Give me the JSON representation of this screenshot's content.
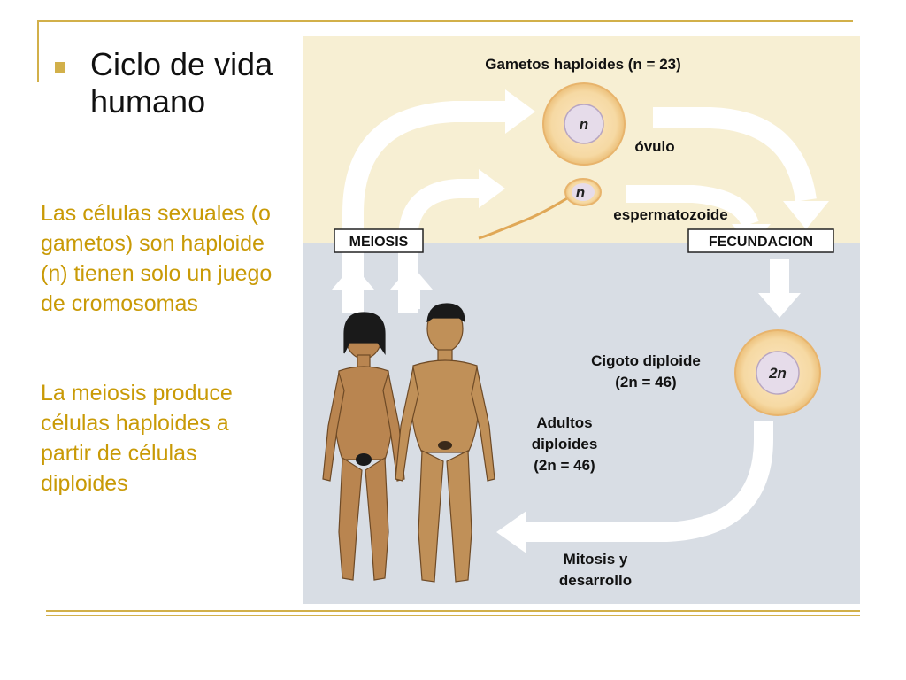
{
  "slide": {
    "title": "Ciclo de vida humano",
    "paragraph_1": "Las células sexuales (o gametos) son haploide (n) tienen solo un juego de cromosomas",
    "paragraph_2": "La meiosis produce células haploides a partir de células diploides",
    "accent_color": "#d2b04a",
    "text_color": "#c99a06"
  },
  "diagram": {
    "gametes_label": "Gametos haploides (n = 23)",
    "ovum_label": "óvulo",
    "sperm_label": "espermatozoide",
    "meiosis_label": "MEIOSIS",
    "fertilization_label": "FECUNDACION",
    "zygote_label_line1": "Cigoto diploide",
    "zygote_label_line2": "(2n = 46)",
    "adults_label_line1": "Adultos",
    "adults_label_line2": "diploides",
    "adults_label_line3": "(2n = 46)",
    "mitosis_label_line1": "Mitosis y",
    "mitosis_label_line2": "desarrollo",
    "ovum_nucleus": "n",
    "sperm_nucleus": "n",
    "zygote_nucleus": "2n",
    "haploid_region_color": "#f7efd3",
    "diploid_region_color": "#d8dde4"
  }
}
